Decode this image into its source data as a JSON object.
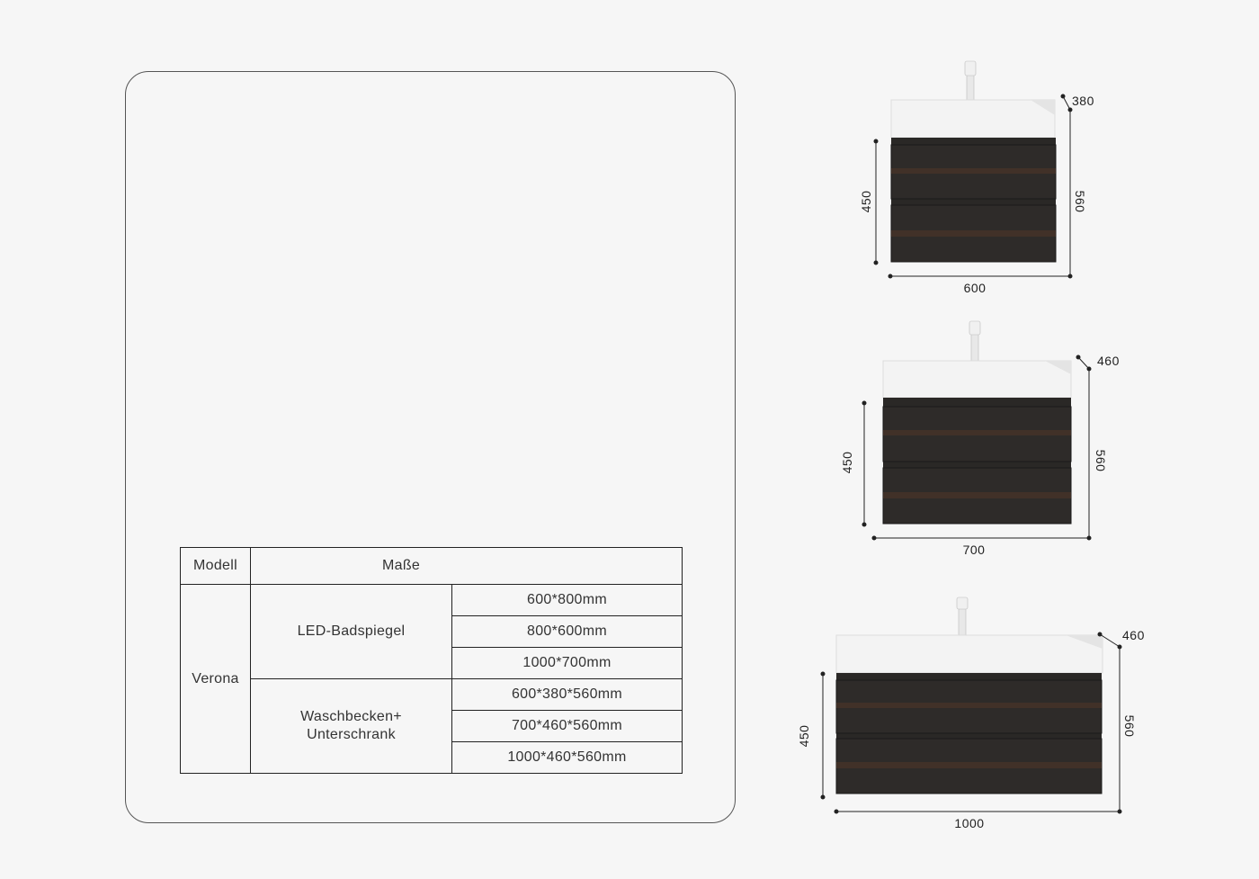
{
  "table": {
    "header": {
      "model": "Modell",
      "dimensions": "Maße"
    },
    "model_name": "Verona",
    "groups": [
      {
        "name_line1": "LED-Badspiegel",
        "name_line2": "",
        "sizes": [
          "600*800mm",
          "800*600mm",
          "1000*700mm"
        ]
      },
      {
        "name_line1": "Waschbecken+",
        "name_line2": "Unterschrank",
        "sizes": [
          "600*380*560mm",
          "700*460*560mm",
          "1000*460*560mm"
        ]
      }
    ]
  },
  "products": [
    {
      "width": "600",
      "depth": "380",
      "height": "560",
      "cabinet_height": "450"
    },
    {
      "width": "700",
      "depth": "460",
      "height": "560",
      "cabinet_height": "450"
    },
    {
      "width": "1000",
      "depth": "460",
      "height": "560",
      "cabinet_height": "450"
    }
  ],
  "colors": {
    "background": "#f6f6f6",
    "basin": "#f3f3f3",
    "cabinet_dark": "#2a2826",
    "wood_accent": "#4a3428",
    "line": "#222222"
  }
}
